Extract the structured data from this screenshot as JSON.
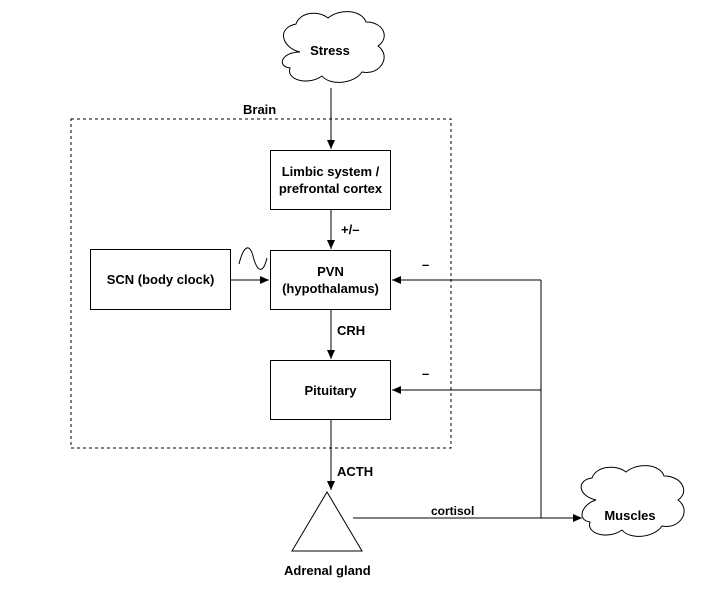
{
  "nodes": {
    "stress": "Stress",
    "brain": "Brain",
    "limbic_line1": "Limbic system /",
    "limbic_line2": "prefrontal cortex",
    "scn": "SCN (body clock)",
    "pvn_line1": "PVN",
    "pvn_line2": "(hypothalamus)",
    "pituitary": "Pituitary",
    "adrenal": "Adrenal gland",
    "muscles": "Muscles"
  },
  "edges": {
    "limbic_to_pvn": "+/–",
    "pvn_to_pituitary": "CRH",
    "pituitary_to_adrenal": "ACTH",
    "adrenal_to_muscles": "cortisol",
    "feedback_pvn": "–",
    "feedback_pituitary": "–"
  }
}
